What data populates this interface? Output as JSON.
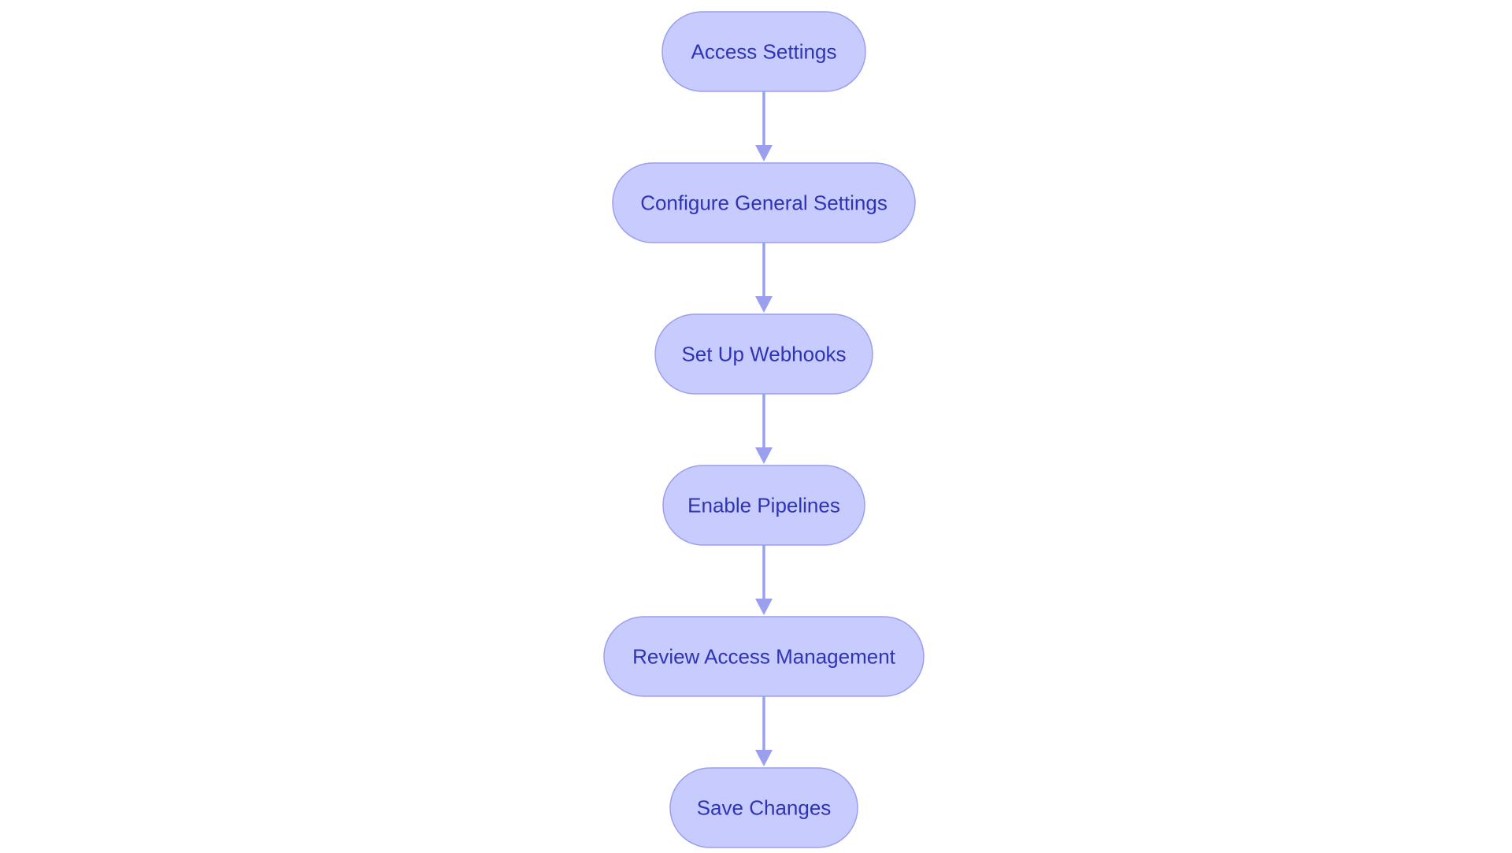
{
  "diagram": {
    "type": "flowchart",
    "direction": "top-to-bottom",
    "colors": {
      "node_fill": "#c8cbfd",
      "node_stroke": "#9a9ff0",
      "node_text": "#2f33b5",
      "edge": "#9a9ff0"
    },
    "nodes": [
      {
        "id": "access-settings",
        "label": "Access Settings"
      },
      {
        "id": "configure-general-settings",
        "label": "Configure General Settings"
      },
      {
        "id": "set-up-webhooks",
        "label": "Set Up Webhooks"
      },
      {
        "id": "enable-pipelines",
        "label": "Enable Pipelines"
      },
      {
        "id": "review-access-management",
        "label": "Review Access Management"
      },
      {
        "id": "save-changes",
        "label": "Save Changes"
      }
    ],
    "edges": [
      {
        "from": "access-settings",
        "to": "configure-general-settings"
      },
      {
        "from": "configure-general-settings",
        "to": "set-up-webhooks"
      },
      {
        "from": "set-up-webhooks",
        "to": "enable-pipelines"
      },
      {
        "from": "enable-pipelines",
        "to": "review-access-management"
      },
      {
        "from": "review-access-management",
        "to": "save-changes"
      }
    ]
  }
}
